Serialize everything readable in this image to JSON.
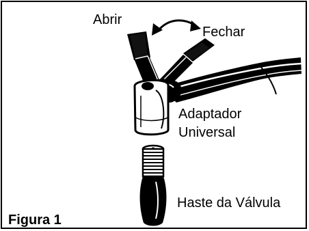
{
  "labels": {
    "open": "Abrir",
    "close": "Fechar",
    "adapter_line1": "Adaptador",
    "adapter_line2": "Universal",
    "valve_stem": "Haste da Válvula"
  },
  "caption": "Figura 1",
  "colors": {
    "ink": "#000000",
    "paper": "#ffffff"
  },
  "icons": [
    "double-arrow-icon",
    "lever",
    "hose",
    "adapter",
    "valve-stem"
  ]
}
